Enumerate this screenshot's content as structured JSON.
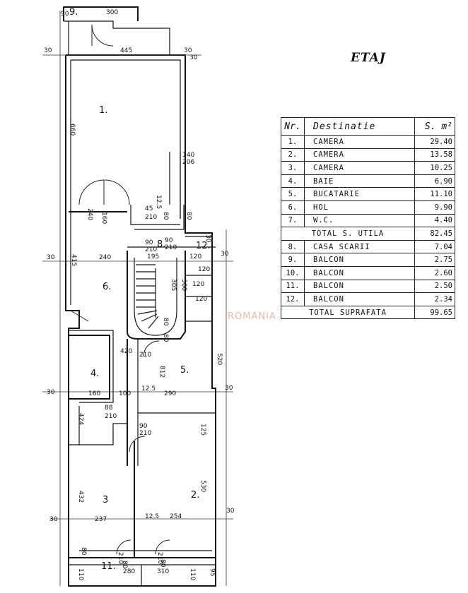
{
  "plan": {
    "title": "ETAJ",
    "watermark": "ROMANIA",
    "rooms": [
      {
        "label": "1."
      },
      {
        "label": "2."
      },
      {
        "label": "3"
      },
      {
        "label": "4."
      },
      {
        "label": "5."
      },
      {
        "label": "6."
      },
      {
        "label": "8."
      },
      {
        "label": "9."
      },
      {
        "label": "11."
      },
      {
        "label": "12."
      }
    ],
    "dimensions": [
      "90",
      "300",
      "30",
      "445",
      "30",
      "30",
      "660",
      "140",
      "206",
      "12.5",
      "80",
      "45",
      "210",
      "240",
      "160",
      "80",
      "90",
      "210",
      "90",
      "210",
      "195",
      "120",
      "415",
      "30",
      "240",
      "30",
      "30",
      "120",
      "120",
      "305",
      "300",
      "120",
      "80",
      "80",
      "420",
      "210",
      "812",
      "520",
      "30",
      "160",
      "100",
      "12.5",
      "290",
      "30",
      "88",
      "210",
      "90",
      "210",
      "125",
      "424",
      "432",
      "530",
      "30",
      "237",
      "12.5",
      "254",
      "30",
      "80",
      "210",
      "80",
      "210",
      "80",
      "110",
      "280",
      "310",
      "110",
      "95"
    ]
  },
  "area_table": {
    "headers": {
      "nr": "Nr.",
      "destination": "Destinatie",
      "area": "S. m²"
    },
    "rows": [
      {
        "nr": "1.",
        "name": "CAMERA",
        "area": "29.40"
      },
      {
        "nr": "2.",
        "name": "CAMERA",
        "area": "13.58"
      },
      {
        "nr": "3.",
        "name": "CAMERA",
        "area": "10.25"
      },
      {
        "nr": "4.",
        "name": "BAIE",
        "area": "6.90"
      },
      {
        "nr": "5.",
        "name": "BUCATARIE",
        "area": "11.10"
      },
      {
        "nr": "6.",
        "name": "HOL",
        "area": "9.90"
      },
      {
        "nr": "7.",
        "name": "W.C.",
        "area": "4.40"
      }
    ],
    "subtotal": {
      "label": "TOTAL S. UTILA",
      "area": "82.45"
    },
    "rows2": [
      {
        "nr": "8.",
        "name": "CASA SCARII",
        "area": "7.04"
      },
      {
        "nr": "9.",
        "name": "BALCON",
        "area": "2.75"
      },
      {
        "nr": "10.",
        "name": "BALCON",
        "area": "2.60"
      },
      {
        "nr": "11.",
        "name": "BALCON",
        "area": "2.50"
      },
      {
        "nr": "12.",
        "name": "BALCON",
        "area": "2.34"
      }
    ],
    "total": {
      "label": "TOTAL SUPRAFATA",
      "area": "99.65"
    }
  }
}
